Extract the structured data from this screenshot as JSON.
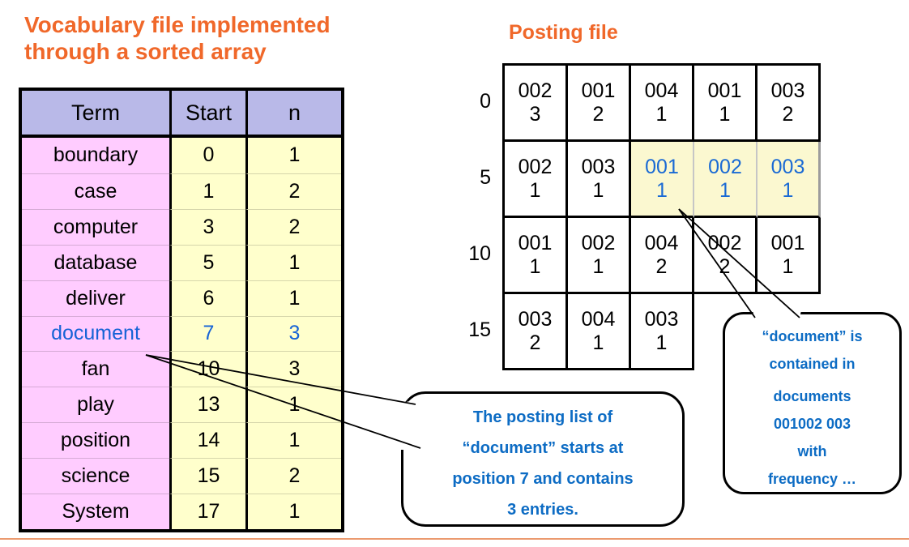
{
  "titles": {
    "vocabulary_line1": "Vocabulary file implemented",
    "vocabulary_line2": "through a sorted array",
    "posting": "Posting file"
  },
  "vocab_table": {
    "headers": [
      "Term",
      "Start",
      "n"
    ],
    "rows": [
      {
        "term": "boundary",
        "start": "0",
        "n": "1"
      },
      {
        "term": "case",
        "start": "1",
        "n": "2"
      },
      {
        "term": "computer",
        "start": "3",
        "n": "2"
      },
      {
        "term": "database",
        "start": "5",
        "n": "1"
      },
      {
        "term": "deliver",
        "start": "6",
        "n": "1"
      },
      {
        "term": "document",
        "start": "7",
        "n": "3",
        "highlight": true
      },
      {
        "term": "fan",
        "start": "10",
        "n": "3"
      },
      {
        "term": "play",
        "start": "13",
        "n": "1"
      },
      {
        "term": "position",
        "start": "14",
        "n": "1"
      },
      {
        "term": "science",
        "start": "15",
        "n": "2"
      },
      {
        "term": "System",
        "start": "17",
        "n": "1"
      }
    ]
  },
  "posting_table": {
    "row_labels": [
      "0",
      "5",
      "10",
      "15"
    ],
    "rows": [
      {
        "cells": [
          {
            "doc": "002",
            "freq": "3"
          },
          {
            "doc": "001",
            "freq": "2"
          },
          {
            "doc": "004",
            "freq": "1"
          },
          {
            "doc": "001",
            "freq": "1"
          },
          {
            "doc": "003",
            "freq": "2"
          }
        ]
      },
      {
        "cells": [
          {
            "doc": "002",
            "freq": "1"
          },
          {
            "doc": "003",
            "freq": "1"
          },
          {
            "doc": "001",
            "freq": "1",
            "highlight": true
          },
          {
            "doc": "002",
            "freq": "1",
            "highlight": true
          },
          {
            "doc": "003",
            "freq": "1",
            "highlight": true
          }
        ]
      },
      {
        "cells": [
          {
            "doc": "001",
            "freq": "1"
          },
          {
            "doc": "002",
            "freq": "1"
          },
          {
            "doc": "004",
            "freq": "2"
          },
          {
            "doc": "002",
            "freq": "2"
          },
          {
            "doc": "001",
            "freq": "1"
          }
        ]
      },
      {
        "cells": [
          {
            "doc": "003",
            "freq": "2"
          },
          {
            "doc": "004",
            "freq": "1"
          },
          {
            "doc": "003",
            "freq": "1"
          }
        ]
      }
    ]
  },
  "callouts": {
    "posting_list": {
      "lines": [
        "The posting list of",
        "“document” starts at",
        "position 7 and contains",
        "3 entries."
      ]
    },
    "document_contained": {
      "lines": [
        "“document” is",
        "contained in",
        "documents",
        "001002 003",
        "with",
        "frequency …"
      ]
    }
  },
  "colors": {
    "accent_orange": "#f0682a",
    "header_purple": "#b9b9e8",
    "term_pink": "#ffccff",
    "values_yellow": "#ffffcc",
    "highlight_yellow": "#fbf8d0",
    "table_blue": "#1663d6",
    "callout_blue": "#0d6cc4"
  }
}
